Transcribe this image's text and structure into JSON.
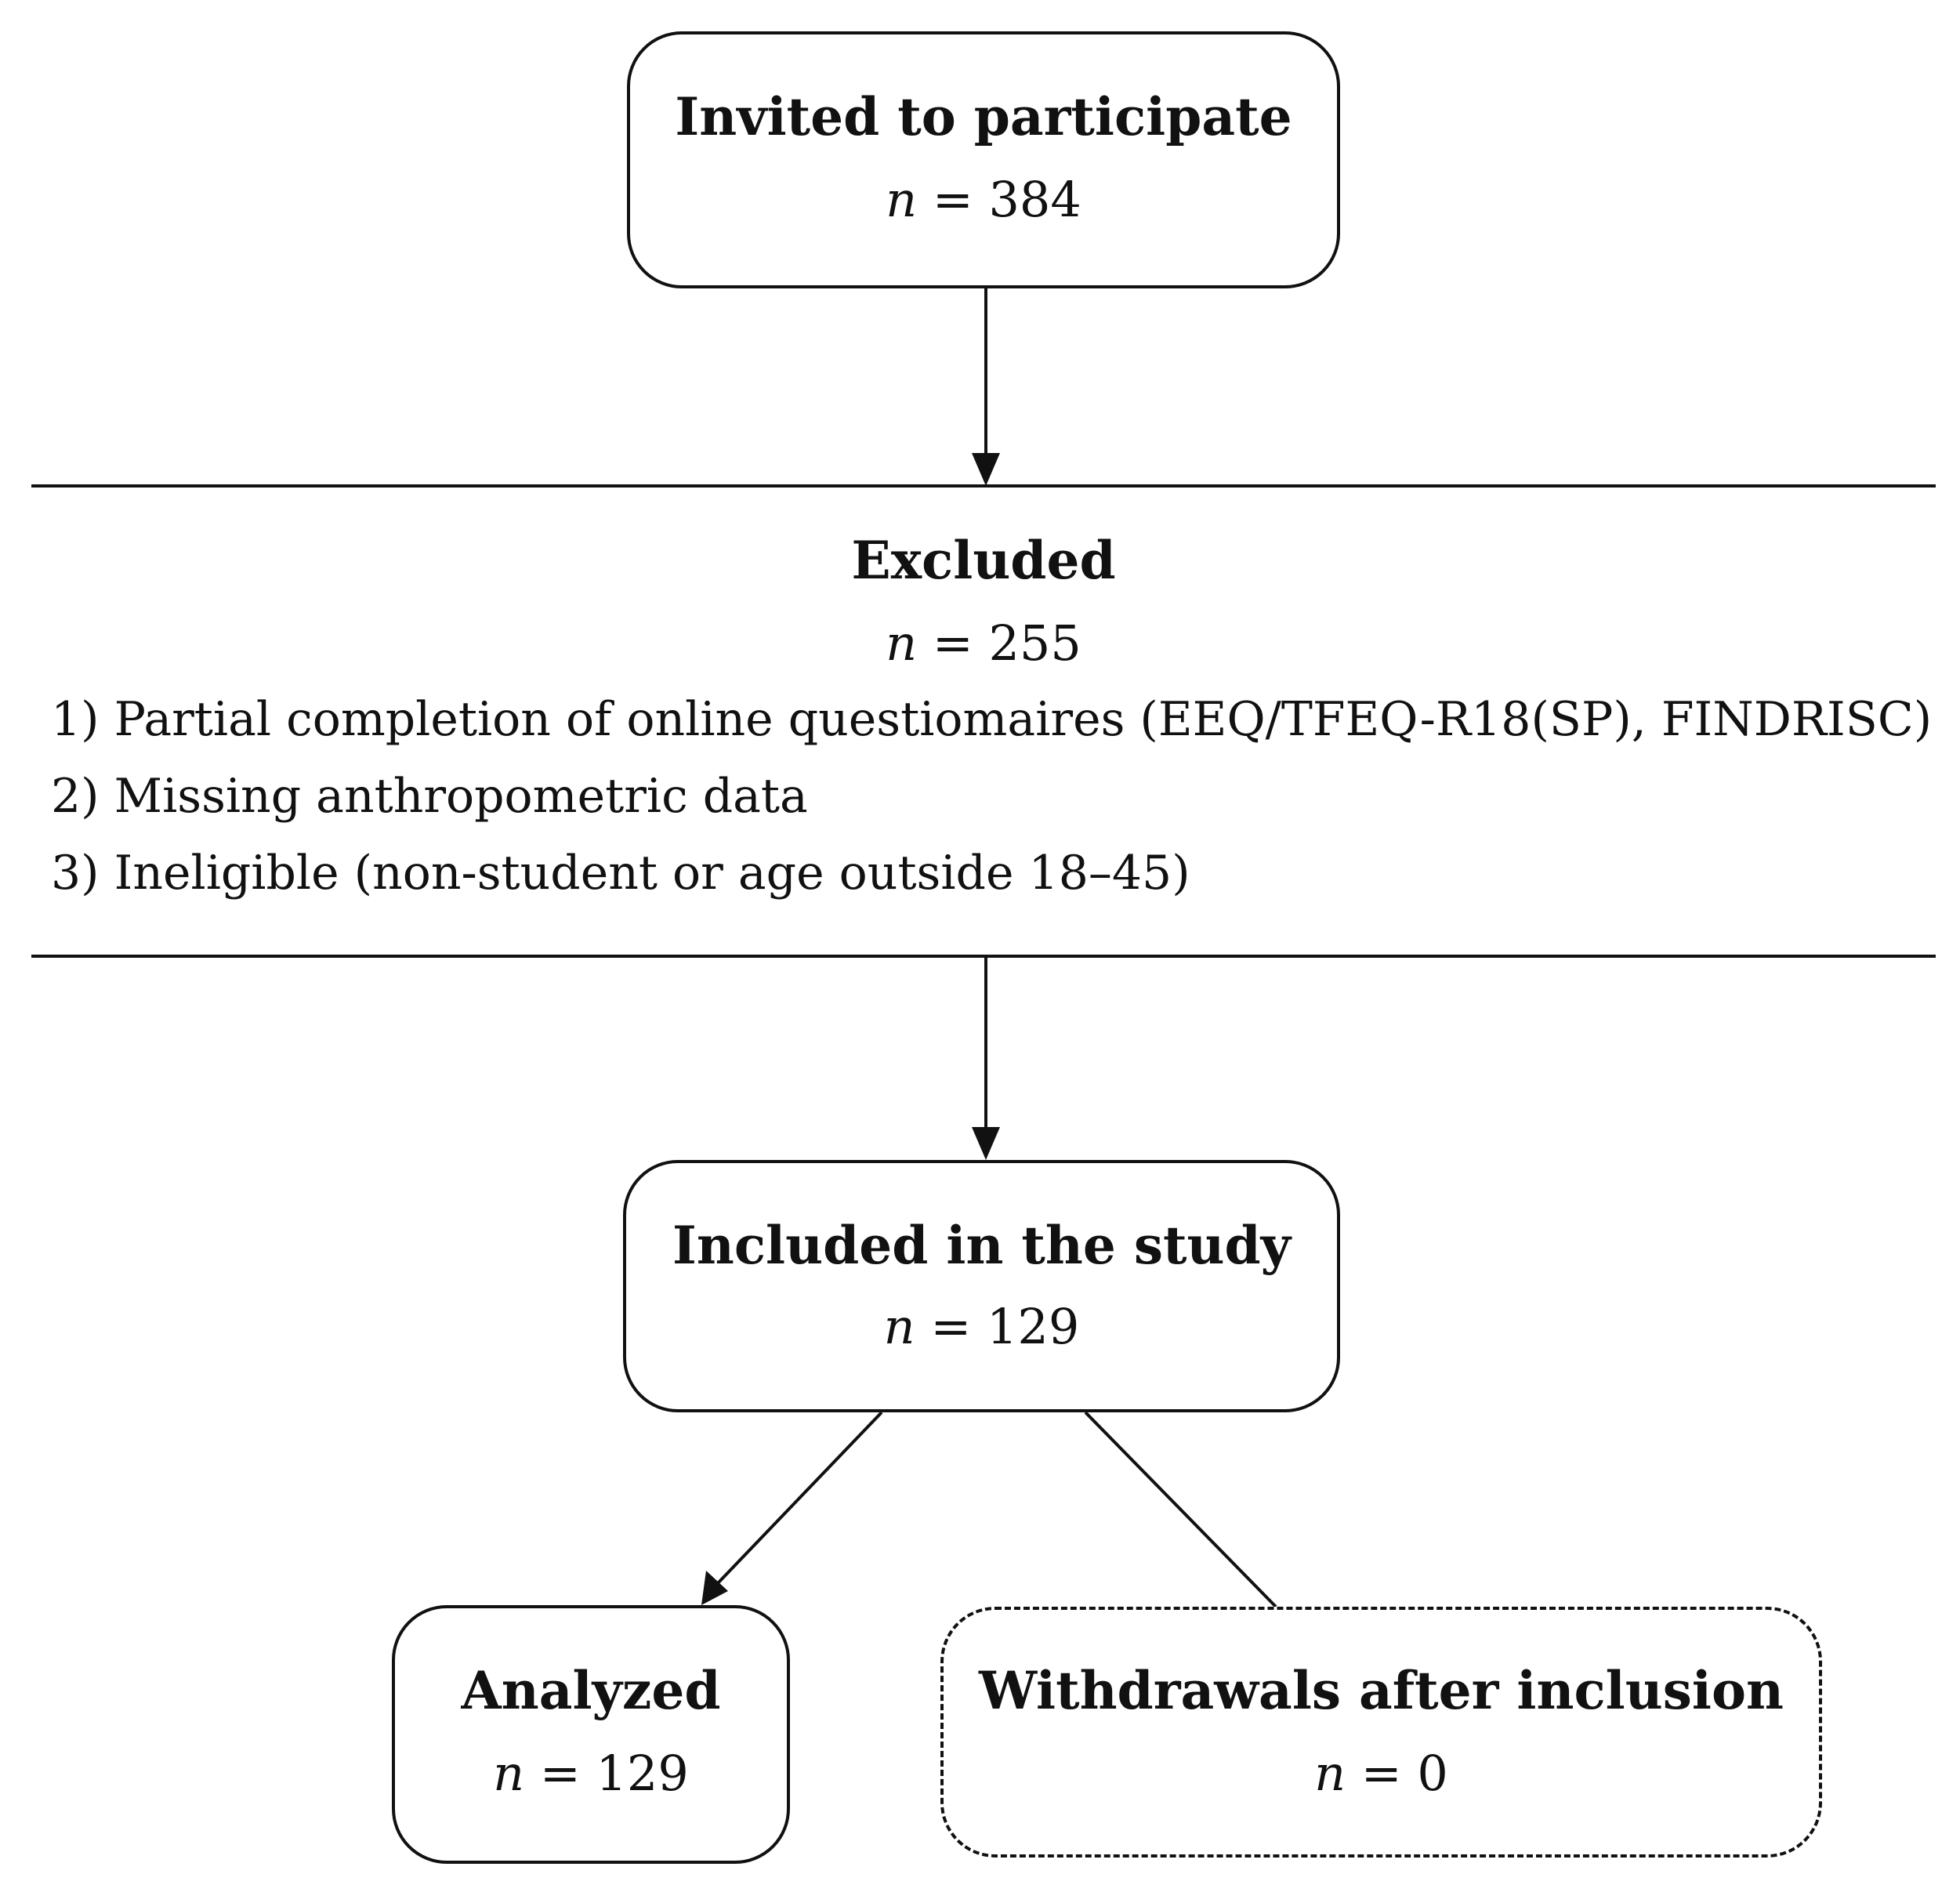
{
  "flow": {
    "invited": {
      "title": "Invited to participate",
      "var": "n",
      "count": "= 384"
    },
    "excluded": {
      "title": "Excluded",
      "var": "n",
      "count": "= 255",
      "reasons": [
        "1) Partial completion of online questiomaires (EEQ/TFEQ-R18(SP), FINDRISC)",
        "2) Missing anthropometric data",
        "3) Ineligible (non-student or age outside 18–45)"
      ]
    },
    "included": {
      "title": "Included in the study",
      "var": "n",
      "count": "= 129"
    },
    "analyzed": {
      "title": "Analyzed",
      "var": "n",
      "count": "= 129"
    },
    "withdrawals": {
      "title": "Withdrawals after inclusion",
      "var": "n",
      "count": "= 0"
    }
  }
}
